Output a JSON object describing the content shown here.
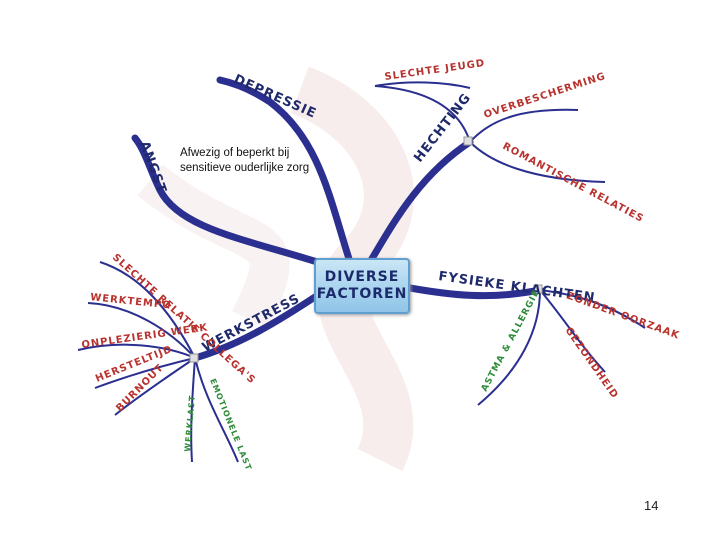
{
  "center": {
    "line1": "DIVERSE",
    "line2": "FACTOREN"
  },
  "note": {
    "line1": "Afwezig of beperkt bij",
    "line2": "sensitieve ouderlijke zorg"
  },
  "branches": {
    "depressie": "DEPRESSIE",
    "angst": "ANGST",
    "hechting": "HECHTING",
    "fysieke_klachten": "FYSIEKE  KLACHTEN",
    "werkstress": "WERKSTRESS"
  },
  "hechting_children": {
    "slechte_jeugd": "SLECHTE  JEUGD",
    "overbescherming": "OVERBESCHERMING",
    "romantische_relaties": "ROMANTISCHE  RELATIES"
  },
  "fysiek_children": {
    "zonder_oorzaak": "ZONDER  OORZAAK",
    "gezondheid": "GEZONDHEID",
    "astma_allergie": "ASTMA & ALLERGIE"
  },
  "werkstress_children": {
    "slechte_relatie": "SLECHTE  RELATIE  COLLEGA'S",
    "werktempo": "WERKTEMPO",
    "onplezierig_werk": "ONPLEZIERIG  WERK",
    "herstelltijd": "HERSTELTIJD",
    "burnout": "BURNOUT",
    "werklast": "WERKLAST",
    "emotionele_last": "EMOTIONELE LAST"
  },
  "page_number": "14",
  "colors": {
    "branch": "#2b2f8f",
    "label_dark": "#1f2a6b",
    "label_red": "#b8322e",
    "label_green": "#2e8b3a",
    "watermark": "#f3e1e1"
  }
}
